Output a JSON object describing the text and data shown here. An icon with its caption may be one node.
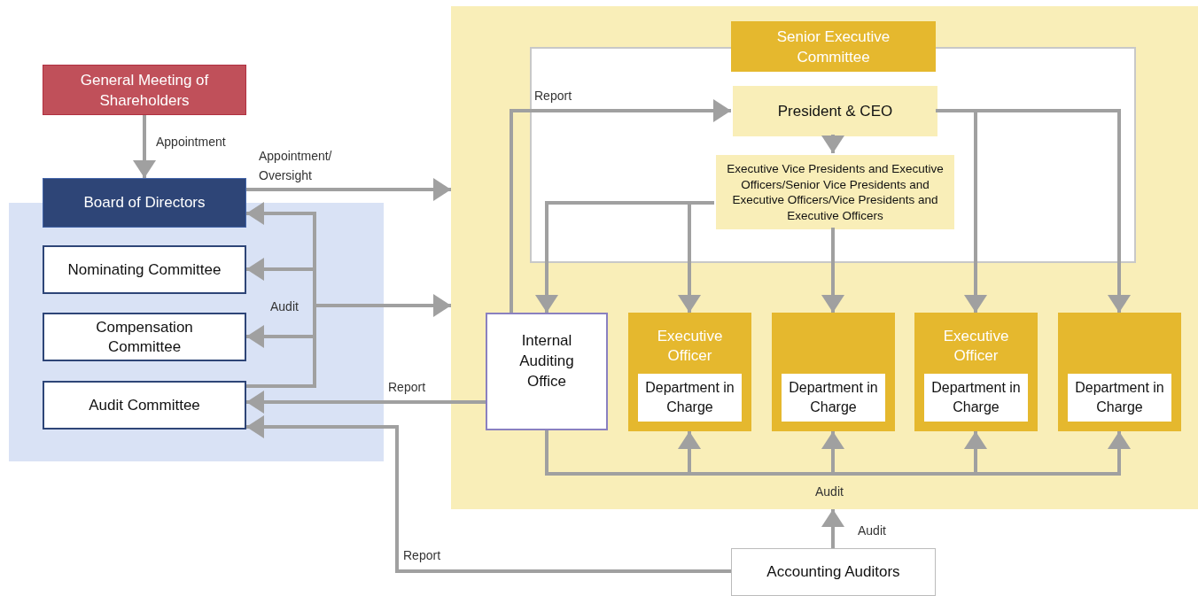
{
  "diagram": {
    "nodes": [
      {
        "text": [
          "General Meeting of Shareholders"
        ]
      },
      {
        "text": [
          "Board of Directors"
        ]
      },
      {
        "text": [],
        "shape": "box"
      },
      {
        "text": [
          "Nominating Committee"
        ],
        "in": 2
      },
      {
        "text": [
          "Compensation Committee"
        ],
        "in": 2
      },
      {
        "text": [
          "Audit Committee"
        ],
        "in": 2
      },
      {
        "text": [],
        "shape": "box"
      },
      {
        "text": [
          "Senior Executive Committee"
        ],
        "in": 6
      },
      {
        "text": [
          "President & CEO"
        ],
        "in": 7
      },
      {
        "text": [
          "Executive Vice Presidents and Executive Officers/Senior Vice Presidents and Executive Officers/Vice Presidents and Executive Officers"
        ],
        "in": 7
      },
      {
        "text": [
          "Internal Auditing Office"
        ],
        "in": 6
      },
      {
        "text": [
          "Executive Officer"
        ],
        "in": 6
      },
      {
        "text": [
          "Department in Charge"
        ],
        "in": 11
      },
      {
        "text": [],
        "shape": "box",
        "in": 6
      },
      {
        "text": [
          "Department in Charge"
        ],
        "in": 13
      },
      {
        "text": [
          "Executive Officer"
        ],
        "in": 6
      },
      {
        "text": [
          "Department in Charge"
        ],
        "in": 15
      },
      {
        "text": [],
        "shape": "box",
        "in": 6
      },
      {
        "text": [
          "Department in Charge"
        ],
        "in": 17
      },
      {
        "text": [
          "Accounting Auditors"
        ]
      }
    ],
    "edges": [
      {
        "from": 0,
        "to": 1,
        "arrow": "to",
        "label": "Appointment"
      },
      {
        "from": 1,
        "to": 6,
        "arrow": "to",
        "label": "Appointment/ Oversight"
      },
      {
        "from": 5,
        "to": 1,
        "arrow": "to"
      },
      {
        "from": 5,
        "to": 3,
        "arrow": "to"
      },
      {
        "from": 5,
        "to": 4,
        "arrow": "to"
      },
      {
        "from": 5,
        "to": 6,
        "arrow": "to",
        "label": "Audit"
      },
      {
        "from": 10,
        "to": 5,
        "arrow": "to",
        "label": "Report"
      },
      {
        "from": 10,
        "to": 8,
        "arrow": "to",
        "label": "Report"
      },
      {
        "from": 8,
        "to": 9,
        "arrow": "to"
      },
      {
        "from": 9,
        "to": 10,
        "arrow": "to"
      },
      {
        "from": 9,
        "to": 11,
        "arrow": "to"
      },
      {
        "from": 9,
        "to": 13,
        "arrow": "to"
      },
      {
        "from": 8,
        "to": 15,
        "arrow": "to"
      },
      {
        "from": 8,
        "to": 17,
        "arrow": "to"
      },
      {
        "from": 10,
        "to": 11,
        "arrow": "to"
      },
      {
        "from": 10,
        "to": 13,
        "arrow": "to",
        "label": "Audit"
      },
      {
        "from": 10,
        "to": 15,
        "arrow": "to"
      },
      {
        "from": 10,
        "to": 17,
        "arrow": "to"
      },
      {
        "from": 19,
        "to": 6,
        "arrow": "to",
        "label": "Audit"
      },
      {
        "from": 19,
        "to": 5,
        "arrow": "to",
        "label": "Report"
      }
    ]
  }
}
